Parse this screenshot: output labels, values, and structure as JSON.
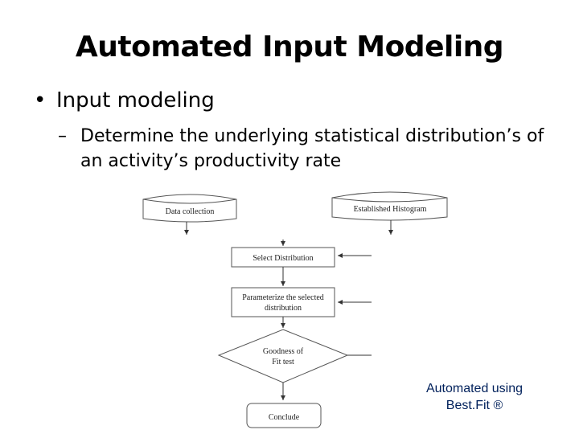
{
  "slide": {
    "title": "Automated Input Modeling",
    "bullet": "Input modeling",
    "sub_bullet": "Determine the underlying statistical distribution’s of an activity’s productivity rate",
    "caption_line1": "Automated using",
    "caption_line2": "Best.Fit ®"
  },
  "flowchart": {
    "data_collection": "Data collection",
    "established_histogram": "Established Histogram",
    "select_distribution": "Select Distribution",
    "parameterize_line1": "Parameterize the selected",
    "parameterize_line2": "distribution",
    "goodness_line1": "Goodness of",
    "goodness_line2": "Fit test",
    "conclude": "Conclude"
  }
}
